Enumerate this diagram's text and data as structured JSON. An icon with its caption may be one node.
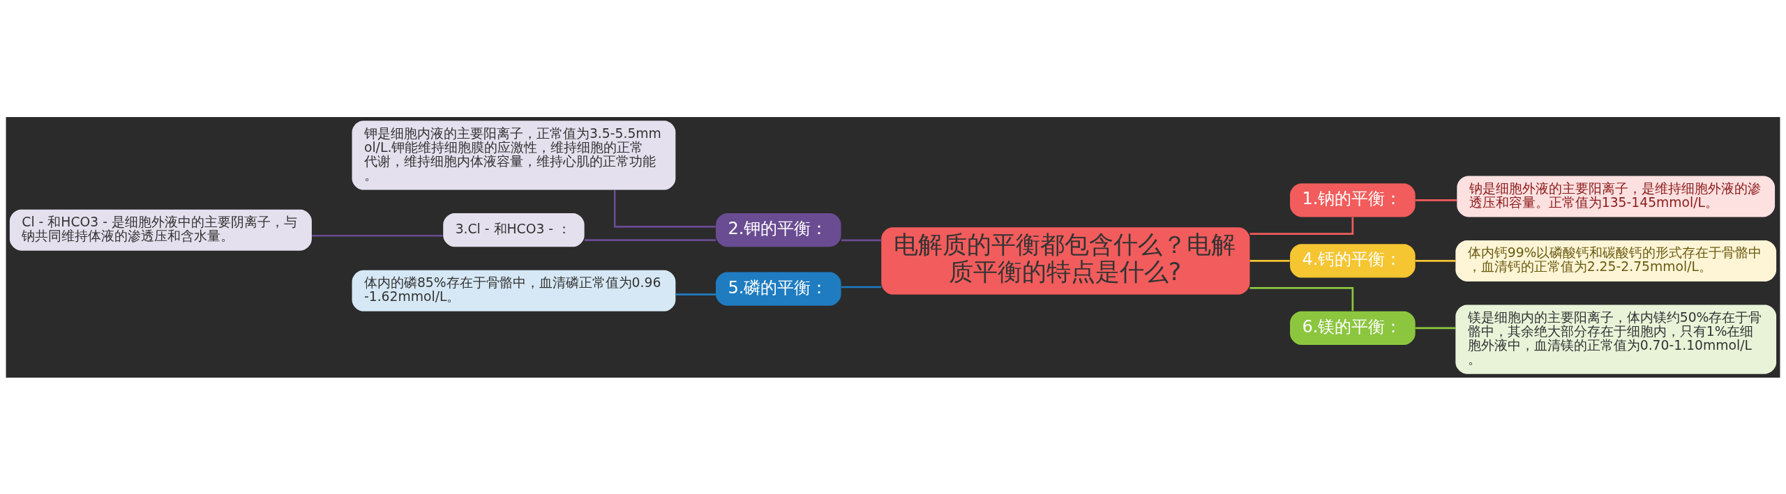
{
  "diagram": {
    "nodes": [
      {
        "text": [
          "电解质的平衡都包含什么？电解质平衡的特点是什么?"
        ]
      },
      {
        "text": [
          "1.钠的平衡："
        ]
      },
      {
        "text": [
          "钠是细胞外液的主要阳离子，是维持细胞外液的渗透压和容量。正常值为135-145mmol/L。"
        ]
      },
      {
        "text": [
          "4.钙的平衡："
        ]
      },
      {
        "text": [
          "体内钙99%以磷酸钙和碳酸钙的形式存在于骨骼中，血清钙的正常值为2.25-2.75mmol/L。"
        ]
      },
      {
        "text": [
          "6.镁的平衡："
        ]
      },
      {
        "text": [
          "镁是细胞内的主要阳离子，体内镁约50%存在于骨骼中，其余绝大部分存在于细胞内，只有1%在细胞外液中，血清镁的正常值为0.70-1.10mmol/L。"
        ]
      },
      {
        "text": [
          "2.钾的平衡："
        ]
      },
      {
        "text": [
          "钾是细胞内液的主要阳离子，正常值为3.5-5.5mmol/L.钾能维持细胞膜的应激性，维持细胞的正常代谢，维持细胞内体液容量，维持心肌的正常功能。"
        ]
      },
      {
        "text": [
          "3.Cl - 和HCO3 - ："
        ]
      },
      {
        "text": [
          "Cl - 和HCO3 - 是细胞外液中的主要阴离子，与钠共同维持体液的渗透压和含水量。"
        ]
      },
      {
        "text": [
          "5.磷的平衡："
        ]
      },
      {
        "text": [
          "体内的磷85%存在于骨骼中，血清磷正常值为0.96-1.62mmol/L。"
        ]
      }
    ],
    "edges": [
      {
        "from": 0,
        "to": 1,
        "arrow": "none",
        "color": "#f25c5c"
      },
      {
        "from": 1,
        "to": 2,
        "arrow": "none",
        "color": "#f25c5c"
      },
      {
        "from": 0,
        "to": 3,
        "arrow": "none",
        "color": "#f5c532"
      },
      {
        "from": 3,
        "to": 4,
        "arrow": "none",
        "color": "#f5c532"
      },
      {
        "from": 0,
        "to": 5,
        "arrow": "none",
        "color": "#8cc63f"
      },
      {
        "from": 5,
        "to": 6,
        "arrow": "none",
        "color": "#8cc63f"
      },
      {
        "from": 0,
        "to": 7,
        "arrow": "none",
        "color": "#6a4c93"
      },
      {
        "from": 7,
        "to": 8,
        "arrow": "none",
        "color": "#6a4c93"
      },
      {
        "from": 7,
        "to": 9,
        "arrow": "none",
        "color": "#6a4c93"
      },
      {
        "from": 9,
        "to": 10,
        "arrow": "none",
        "color": "#6a4c93"
      },
      {
        "from": 0,
        "to": 11,
        "arrow": "none",
        "color": "#1f7cc1"
      },
      {
        "from": 11,
        "to": 12,
        "arrow": "none",
        "color": "#1f7cc1"
      }
    ]
  }
}
